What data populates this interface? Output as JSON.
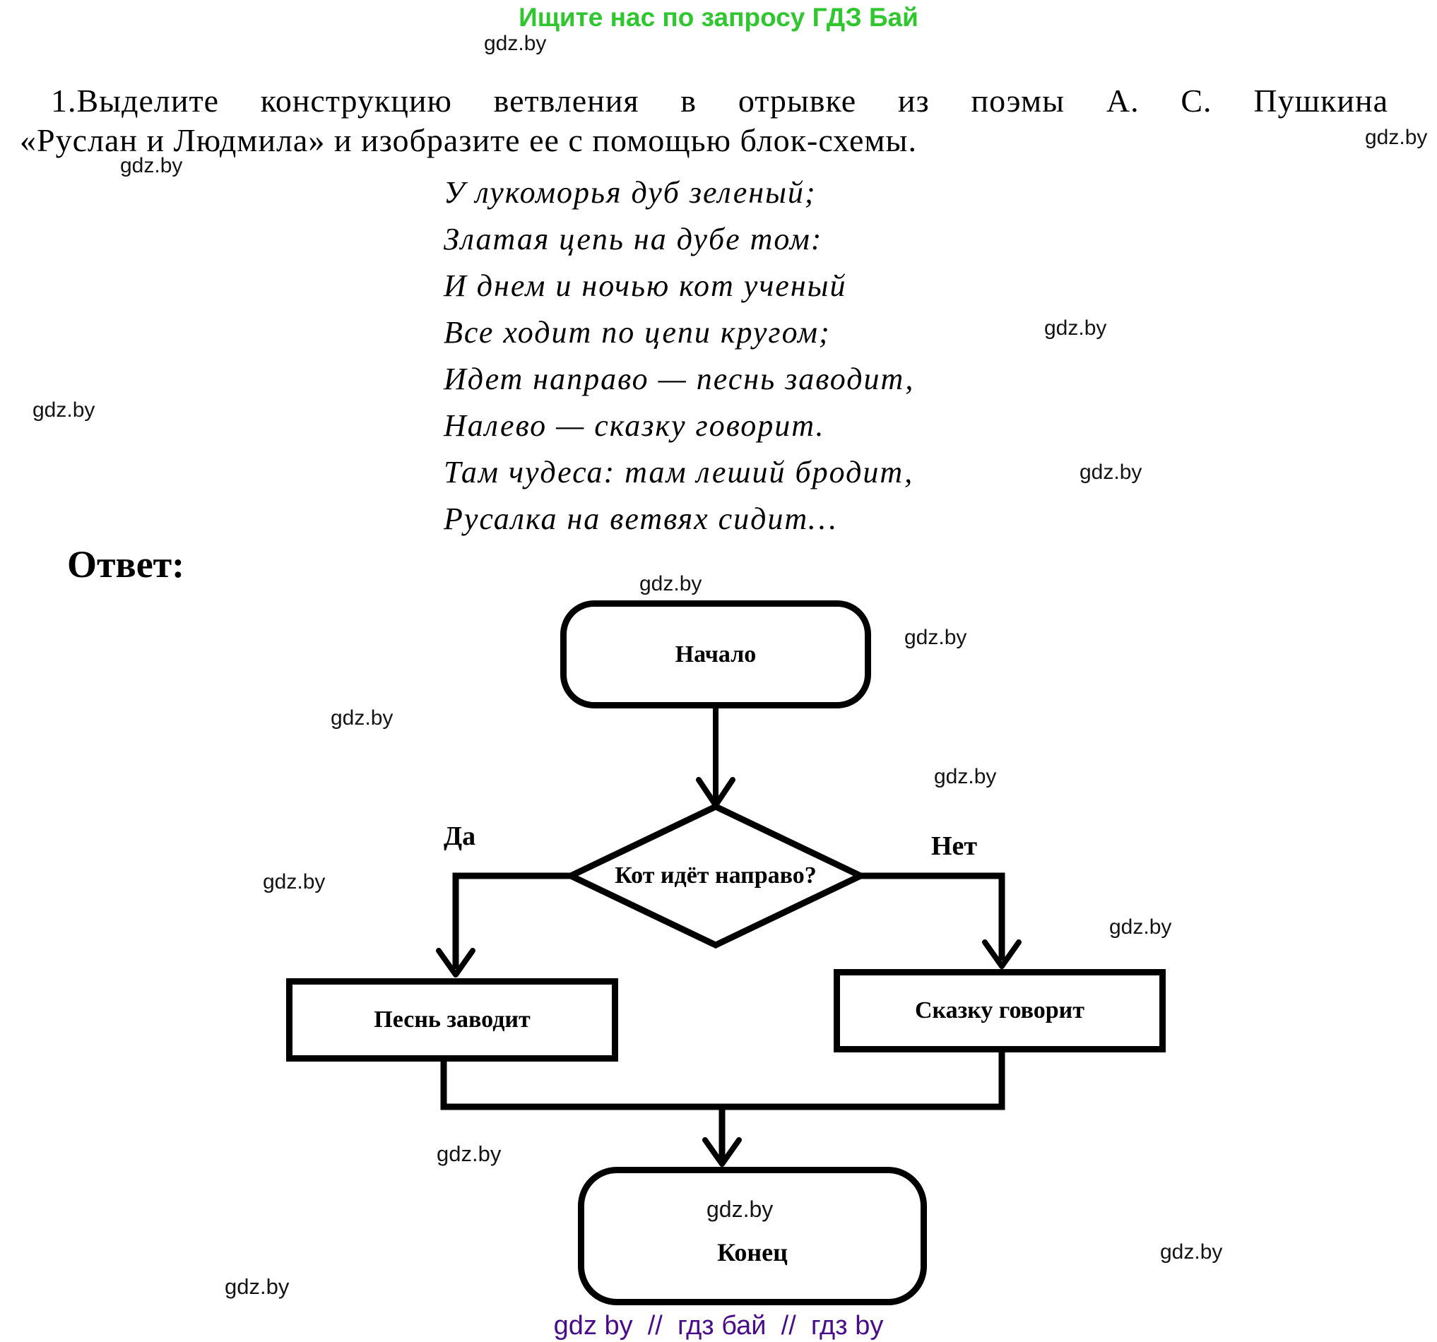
{
  "promo_header": {
    "text": "Ищите нас по запросу ГДЗ Бай",
    "color": "#2fc62f"
  },
  "watermark": {
    "label": "gdz.by"
  },
  "task": {
    "line1": "1.Выделите конструкцию ветвления в отрывке из поэмы А. С. Пушкина",
    "line2": "«Руслан и Людмила» и изобразите ее с помощью блок-схемы."
  },
  "poem": {
    "lines": [
      "У лукоморья дуб зеленый;",
      "Златая цепь на дубе том:",
      "И днем и ночью кот ученый",
      "Все ходит по цепи кругом;",
      "Идет направо — песнь заводит,",
      "Налево — сказку говорит.",
      "Там чудеса: там леший бродит,",
      "Русалка на ветвях сидит…"
    ]
  },
  "answer": {
    "label": "Ответ:"
  },
  "flowchart": {
    "start_label": "Начало",
    "decision_label": "Кот идёт направо?",
    "yes_label": "Да",
    "no_label": "Нет",
    "yes_process_label": "Песнь заводит",
    "no_process_label": "Сказку говорит",
    "end_label": "Конец"
  },
  "footer": {
    "text": "gdz by  //  гдз бай  //  гдз by",
    "color": "#4a0d88"
  },
  "colors": {
    "ink": "#000000",
    "background": "#ffffff",
    "promo_green": "#2fc62f",
    "footer_purple": "#4a0d88"
  }
}
